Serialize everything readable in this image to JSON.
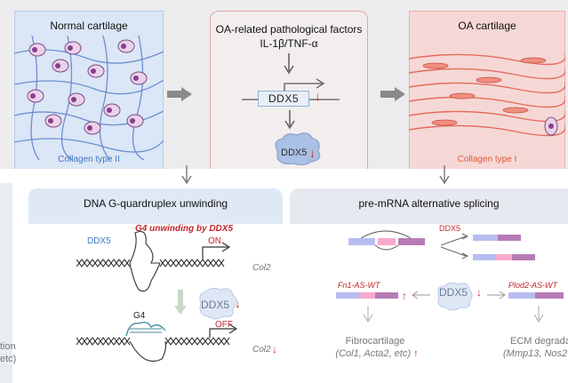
{
  "top": {
    "normal": {
      "title": "Normal cartilage",
      "collagen_label": "Collagen type II"
    },
    "factors": {
      "title_line1": "OA-related pathological factors",
      "title_line2": "IL-1β/TNF-α",
      "ddx5_gene": "DDX5",
      "ddx5_protein": "DDX5",
      "down_arrow": "↓"
    },
    "oa": {
      "title": "OA cartilage",
      "collagen_label": "Collagen type I"
    }
  },
  "left_panel": {
    "title": "DNA G-quardruplex unwinding",
    "top_label": "G4 unwinding by DDX5",
    "ddx5": "DDX5",
    "on_label": "ON",
    "gene_top": "Col2",
    "g4_label": "G4",
    "ddx5_middle": "DDX5",
    "off_label": "OFF",
    "gene_bottom": "Col2",
    "down_arrow": "↓",
    "edge_text_top": "tion",
    "edge_text_bottom": "etc)"
  },
  "right_panel": {
    "title": "pre-mRNA alternative splicing",
    "ddx5_label": "DDX5",
    "ddx5_center": "DDX5",
    "fn1": "Fn1-AS-WT",
    "plod2": "Plod2-AS-WT",
    "fibro_title": "Fibrocartilage",
    "fibro_genes": "(Col1, Acta2, etc)",
    "ecm_title": "ECM degrada",
    "ecm_genes": "(Mmp13, Nos2",
    "up_arrow": "↑",
    "down_arrow": "↓"
  },
  "colors": {
    "blue_panel": "#dfe9f6",
    "pink_panel": "#fbe4e2",
    "red": "#c0262d",
    "blue_text": "#3f78c4",
    "pink_bar": "#f0a0c0",
    "purple_bar": "#b070b0"
  }
}
